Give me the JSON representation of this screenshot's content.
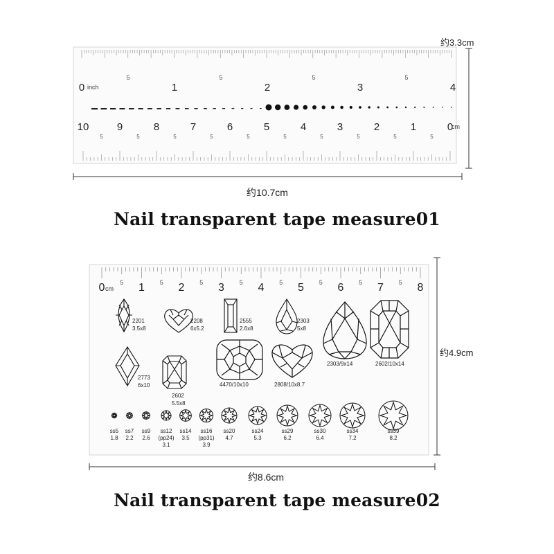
{
  "ruler1": {
    "width_label": "约10.7cm",
    "height_label": "约3.3cm",
    "caption": "Nail transparent tape measure01",
    "inch_labels": [
      "0",
      "1",
      "2",
      "3",
      "4"
    ],
    "inch_unit": "inch",
    "cm_labels": [
      "10",
      "9",
      "8",
      "7",
      "6",
      "5",
      "4",
      "3",
      "2",
      "1",
      "0"
    ],
    "cm_unit": "cm",
    "half_mark": "5"
  },
  "ruler2": {
    "width_label": "约8.6cm",
    "height_label": "约4.9cm",
    "caption": "Nail transparent tape measure02",
    "cm_labels": [
      "0",
      "1",
      "2",
      "3",
      "4",
      "5",
      "6",
      "7",
      "8"
    ],
    "cm_unit": "cm",
    "half_mark": "5",
    "shapes": [
      {
        "type": "marquise",
        "code": "2201",
        "size": "3.5x8"
      },
      {
        "type": "heart",
        "code": "2208",
        "size": "6x5.2"
      },
      {
        "type": "baguette",
        "code": "2555",
        "size": "2.6x8"
      },
      {
        "type": "pear",
        "code": "2303",
        "size": "5x8"
      },
      {
        "type": "pear",
        "code": "2303/9x14",
        "size": ""
      },
      {
        "type": "octagon",
        "code": "2602/10x14",
        "size": ""
      },
      {
        "type": "rhombus",
        "code": "2773",
        "size": "6x10"
      },
      {
        "type": "octagon",
        "code": "2602",
        "size": "5.5x8"
      },
      {
        "type": "cushion",
        "code": "4470/10x10",
        "size": ""
      },
      {
        "type": "heart",
        "code": "2808/10x8.7",
        "size": ""
      }
    ],
    "round_stones": [
      {
        "code": "ss5",
        "mm": "1.8"
      },
      {
        "code": "ss7",
        "mm": "2.2"
      },
      {
        "code": "ss9",
        "mm": "2.6"
      },
      {
        "code": "ss12",
        "alt": "(pp24)",
        "mm": "3.1"
      },
      {
        "code": "ss14",
        "mm": "3.5"
      },
      {
        "code": "ss16",
        "alt": "(pp31)",
        "mm": "3.9"
      },
      {
        "code": "ss20",
        "mm": "4.7"
      },
      {
        "code": "ss24",
        "mm": "5.3"
      },
      {
        "code": "ss29",
        "mm": "6.2"
      },
      {
        "code": "ss30",
        "mm": "6.4"
      },
      {
        "code": "ss34",
        "mm": "7.2"
      },
      {
        "code": "ss39",
        "mm": "8.2"
      }
    ]
  }
}
